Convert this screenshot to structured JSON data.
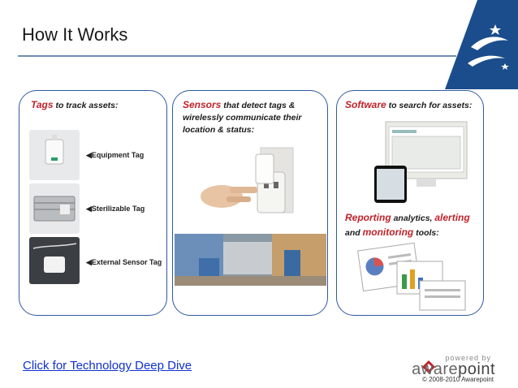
{
  "slide": {
    "title": "How It Works"
  },
  "panel_tags": {
    "caption_highlight": "Tags",
    "caption_rest": " to track assets:",
    "items": [
      {
        "label": "Equipment Tag"
      },
      {
        "label": "Sterilizable Tag"
      },
      {
        "label": "External Sensor Tag"
      }
    ]
  },
  "panel_sensors": {
    "caption_highlight": "Sensors",
    "caption_rest": " that detect tags & wirelessly communicate their location & status:"
  },
  "panel_software": {
    "caption_highlight": "Software",
    "caption_rest": " to search for assets:",
    "caption2_word1": "Reporting",
    "caption2_mid1": " analytics, ",
    "caption2_word2": "alerting",
    "caption2_mid2": "and ",
    "caption2_word3": "monitoring",
    "caption2_end": " tools:"
  },
  "footer": {
    "link_text": "Click for Technology Deep Dive",
    "powered_by": "powered by",
    "brand_a": "aware",
    "brand_b": "point",
    "copyright": "© 2008-2010 Awarepoint"
  },
  "colors": {
    "accent_red": "#c0222a",
    "panel_border": "#2f5aa0",
    "link": "#1030d0",
    "logo_blue": "#1b4d8c"
  },
  "icons": [
    "awarepoint-logo-icon",
    "arrow-left-icon"
  ]
}
